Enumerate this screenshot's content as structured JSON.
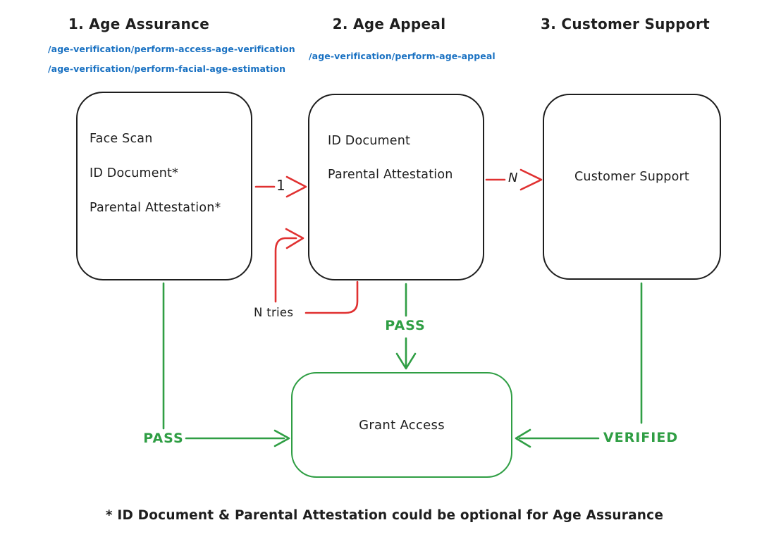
{
  "diagram": {
    "columns": [
      {
        "title": "1. Age Assurance",
        "endpoints": [
          "/age-verification/perform-access-age-verification",
          "/age-verification/perform-facial-age-estimation"
        ],
        "box_lines": [
          "Face Scan",
          "ID Document*",
          "Parental Attestation*"
        ]
      },
      {
        "title": "2. Age Appeal",
        "endpoints": [
          "/age-verification/perform-age-appeal"
        ],
        "box_lines": [
          "ID Document",
          "Parental Attestation"
        ]
      },
      {
        "title": "3. Customer Support",
        "endpoints": [],
        "box_lines": [
          "Customer Support"
        ]
      }
    ],
    "grant_box": {
      "label": "Grant Access"
    },
    "edge_labels": {
      "attempt_one": "1",
      "attempt_n": "N",
      "n_tries": "N tries",
      "pass_left": "PASS",
      "pass_middle": "PASS",
      "verified": "VERIFIED"
    },
    "footnote": "* ID Document & Parental Attestation could be optional for Age Assurance",
    "colors": {
      "black": "#1e1e1e",
      "red": "#e03131",
      "green": "#2f9e44",
      "blue": "#1971c2"
    }
  }
}
